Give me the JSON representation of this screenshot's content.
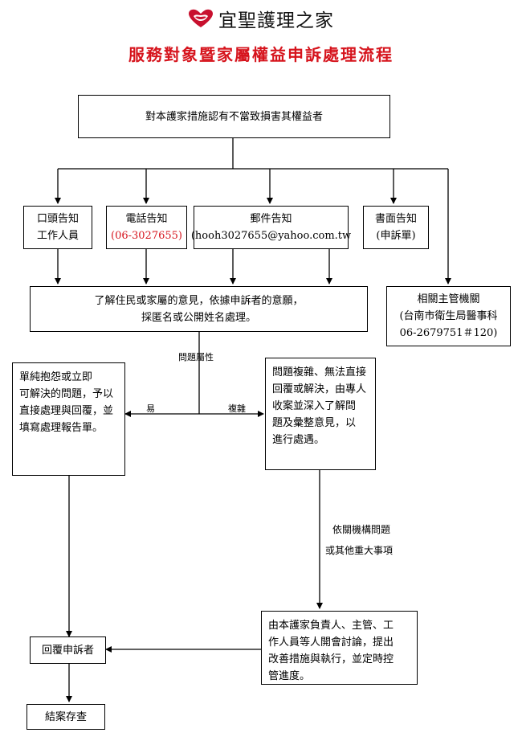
{
  "header": {
    "org_name": "宜聖護理之家",
    "logo_icon": "heart-lips-logo-icon",
    "logo_color": "#c8102e"
  },
  "title": "服務對象暨家屬權益申訴處理流程",
  "nodes": {
    "top": "對本護家措施認有不當致損害其權益者",
    "oral": [
      "口頭告知",
      "工作人員"
    ],
    "phone": {
      "label": "電話告知",
      "number": "(06-3027655)"
    },
    "email": {
      "label": "郵件告知",
      "address": "(hooh3027655@yahoo.com.tw"
    },
    "written": [
      "書面告知",
      "(申訴單)"
    ],
    "understand": [
      "了解住民或家屬的意見，依據申訴者的意願，",
      "採匿名或公開姓名處理。"
    ],
    "authority": [
      "相關主管機關",
      "(台南市衛生局醫事科",
      "06-2679751＃120)"
    ],
    "simple": [
      "單純抱怨或立即",
      "可解決的問題，予以",
      "直接處理與回覆，並",
      "填寫處理報告單。"
    ],
    "complex": [
      "問題複雜、無法直接",
      "回覆或解決，由專人",
      "收案並深入了解問",
      "題及彙整意見，以",
      "進行處遇。"
    ],
    "meeting": [
      "由本護家負責人、主管、工",
      "作人員等人開會討論，提出",
      "改善措施與執行，並定時控",
      "管進度。"
    ],
    "reply": "回覆申訴者",
    "close": "結案存查"
  },
  "labels": {
    "nature": "問題屬性",
    "easy": "易",
    "complex": "複雜",
    "escalate": [
      "依關機構問題",
      "或其他重大事項"
    ]
  },
  "colors": {
    "title": "#d6141d",
    "line": "#000000"
  }
}
